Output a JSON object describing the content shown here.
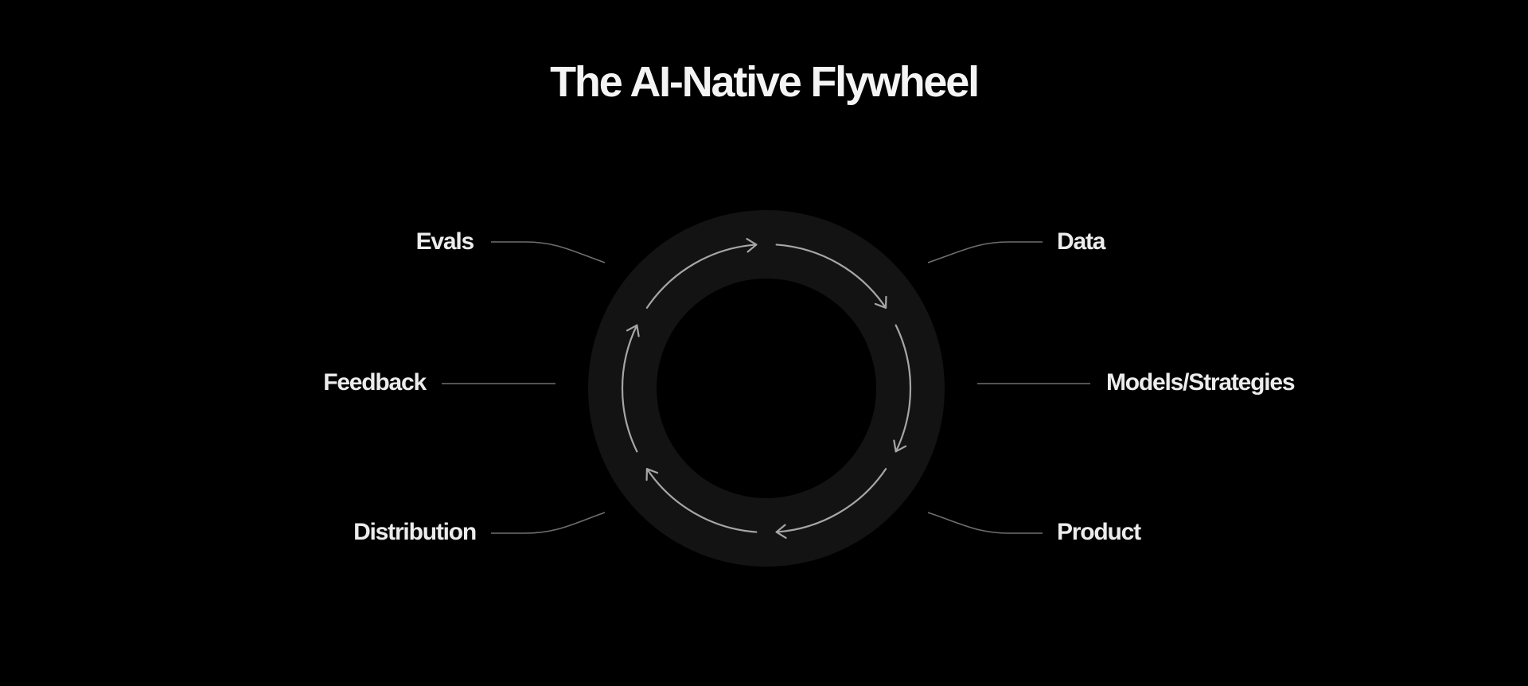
{
  "title": "The AI-Native Flywheel",
  "colors": {
    "background": "#000000",
    "ring": "#131313",
    "arrow": "#a6a6a6",
    "connector": "#6f6f6f",
    "text": "#ececec"
  },
  "stages": [
    {
      "id": "data",
      "label": "Data"
    },
    {
      "id": "models",
      "label": "Models/Strategies"
    },
    {
      "id": "product",
      "label": "Product"
    },
    {
      "id": "distribution",
      "label": "Distribution"
    },
    {
      "id": "feedback",
      "label": "Feedback"
    },
    {
      "id": "evals",
      "label": "Evals"
    }
  ]
}
